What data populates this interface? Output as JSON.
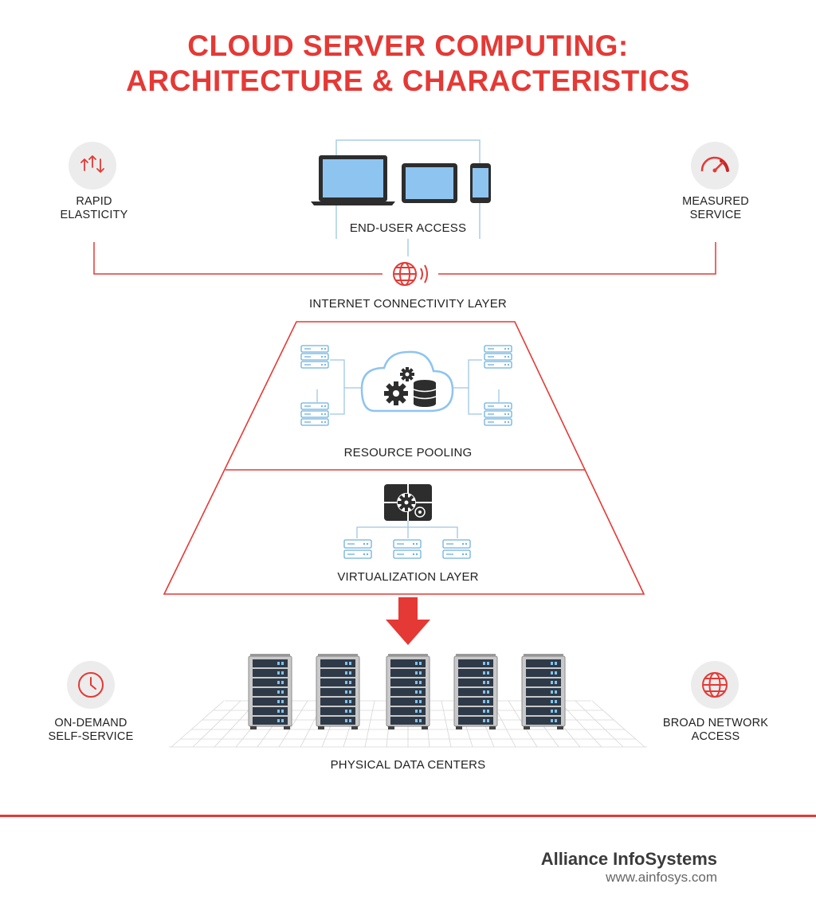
{
  "title": {
    "line1": "CLOUD SERVER COMPUTING:",
    "line2": "ARCHITECTURE & CHARACTERISTICS"
  },
  "characteristics": {
    "rapid_elasticity": {
      "line1": "RAPID",
      "line2": "ELASTICITY",
      "icon": "up-down-arrows-icon"
    },
    "measured_service": {
      "line1": "MEASURED",
      "line2": "SERVICE",
      "icon": "gauge-icon"
    },
    "on_demand": {
      "line1": "ON-DEMAND",
      "line2": "SELF-SERVICE",
      "icon": "clock-icon"
    },
    "broad_network": {
      "line1": "BROAD NETWORK",
      "line2": "ACCESS",
      "icon": "globe-icon"
    }
  },
  "layers": {
    "end_user": "END-USER ACCESS",
    "internet": "INTERNET CONNECTIVITY LAYER",
    "resource_pooling": "RESOURCE POOLING",
    "virtualization": "VIRTUALIZATION LAYER",
    "physical": "PHYSICAL DATA CENTERS"
  },
  "brand": {
    "name": "Alliance InfoSystems",
    "url": "www.ainfosys.com"
  },
  "colors": {
    "accent": "#e53935",
    "line_blue": "#9ec8e4",
    "device_screen": "#8ec4f0",
    "dark": "#2d2d2d"
  }
}
